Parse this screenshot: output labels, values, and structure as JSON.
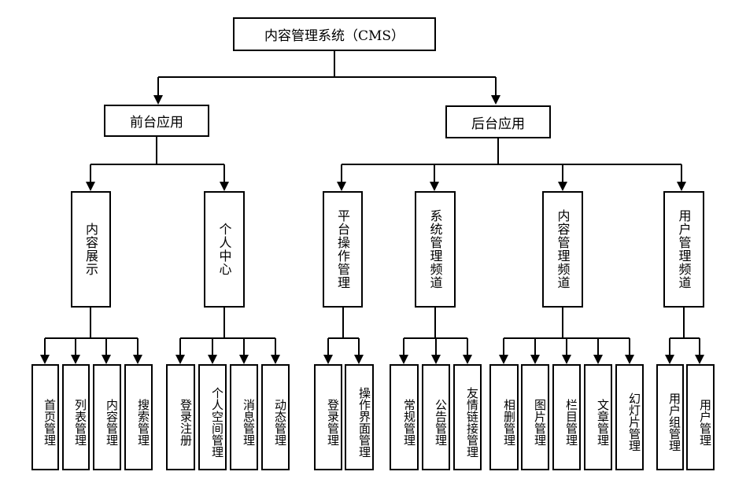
{
  "root": {
    "label": "内容管理系统（CMS）"
  },
  "front": {
    "label": "前台应用",
    "groups": [
      {
        "label": "内容展示",
        "items": [
          "首页管理",
          "列表管理",
          "内容管理",
          "搜索管理"
        ]
      },
      {
        "label": "个人中心",
        "items": [
          "登录注册",
          "个人空间管理",
          "消息管理",
          "动态管理"
        ]
      }
    ]
  },
  "back": {
    "label": "后台应用",
    "groups": [
      {
        "label": "平台操作管理",
        "items": [
          "登录管理",
          "操作界面管理"
        ]
      },
      {
        "label": "系统管理频道",
        "items": [
          "常规管理",
          "公告管理",
          "友情链接管理"
        ]
      },
      {
        "label": "内容管理频道",
        "items": [
          "相删管理",
          "图片管理",
          "栏目管理",
          "文章管理",
          "幻灯片管理"
        ]
      },
      {
        "label": "用户管理频道",
        "items": [
          "用户组管理",
          "用户管理"
        ]
      }
    ]
  }
}
